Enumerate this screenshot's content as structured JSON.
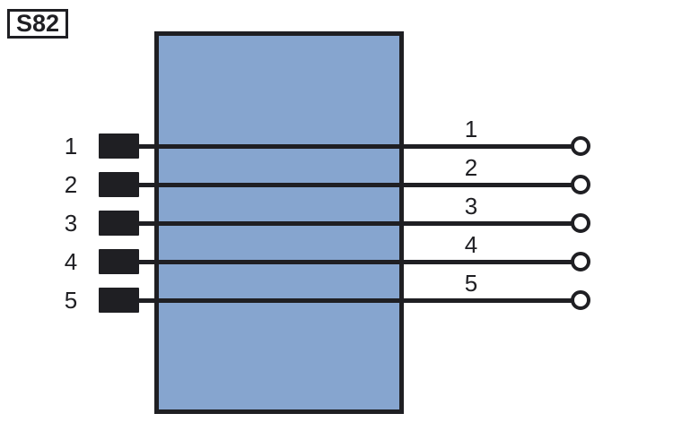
{
  "diagram": {
    "component_tag": "S82",
    "background_color": "#ffffff",
    "line_color": "#1f1f23",
    "device_body": {
      "fill_color": "#86a5cf",
      "border_color": "#1f1f23"
    },
    "terminals": [
      {
        "left_number": "1",
        "right_number": "1"
      },
      {
        "left_number": "2",
        "right_number": "2"
      },
      {
        "left_number": "3",
        "right_number": "3"
      },
      {
        "left_number": "4",
        "right_number": "4"
      },
      {
        "left_number": "5",
        "right_number": "5"
      }
    ]
  }
}
